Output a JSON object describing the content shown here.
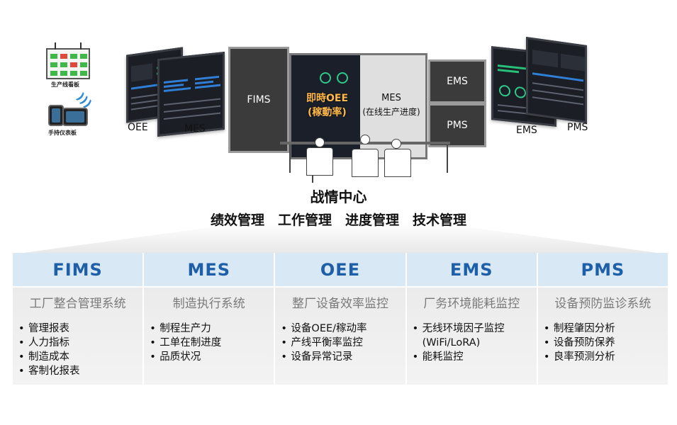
{
  "devices": {
    "kanban_label": "生产线看板",
    "handheld_label": "手持仪表板"
  },
  "wall": {
    "left_label_oee": "OEE",
    "left_label_mes": "MES",
    "panel_fims": "FIMS",
    "oee_line1": "即時OEE",
    "oee_line2": "(稼動率)",
    "mes_line1": "MES",
    "mes_line2": "(在线生产进度)",
    "panel_ems": "EMS",
    "panel_pms": "PMS",
    "right_label_ems": "EMS",
    "right_label_pms": "PMS"
  },
  "center": {
    "title": "战情中心",
    "subtitle": "绩效管理　工作管理　进度管理　技术管理"
  },
  "systems": [
    {
      "code": "FIMS",
      "name": "工厂整合管理系统",
      "features": [
        "管理报表",
        "人力指标",
        "制造成本",
        "客制化报表"
      ]
    },
    {
      "code": "MES",
      "name": "制造执行系统",
      "features": [
        "制程生产力",
        "工单在制进度",
        "品质状况"
      ]
    },
    {
      "code": "OEE",
      "name": "整厂设备效率监控",
      "features": [
        "设备OEE/稼动率",
        "产线平衡率监控",
        "设备异常记录"
      ]
    },
    {
      "code": "EMS",
      "name": "厂务环境能耗监控",
      "features": [
        "无线环境因子监控",
        "(WiFi/LoRA)",
        "能耗监控"
      ]
    },
    {
      "code": "PMS",
      "name": "设备预防监诊系统",
      "features": [
        "制程肇因分析",
        "设备预防保养",
        "良率预测分析"
      ]
    }
  ],
  "colors": {
    "header_bg": "#d9e8f5",
    "header_text": "#1d5fa8",
    "oee_highlight": "#ffb84a"
  }
}
